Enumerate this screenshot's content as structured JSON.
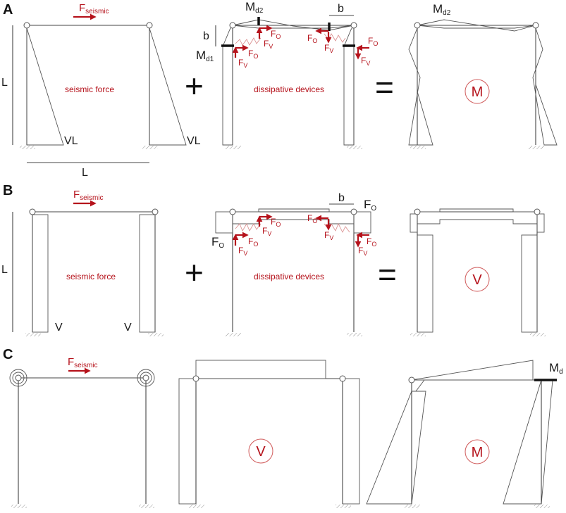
{
  "panels": {
    "A": {
      "label": "A",
      "force": "F",
      "force_sub": "seismic",
      "dim_L_vertical": "L",
      "dim_L_horizontal": "L",
      "dim_b": "b",
      "dim_b2": "b",
      "M_d2": "M",
      "M_d2_sub": "d2",
      "M_d1": "M",
      "M_d1_sub": "d1",
      "M_d2_result": "M",
      "M_d2_result_sub": "d2",
      "VL_left": "VL",
      "VL_right": "VL",
      "caption_seismic": "seismic force",
      "caption_dissipative": "dissipative devices",
      "plus": "+",
      "equals": "=",
      "result_symbol": "M",
      "F_O": "F",
      "F_O_sub": "O",
      "F_V": "F",
      "F_V_sub": "V"
    },
    "B": {
      "label": "B",
      "force": "F",
      "force_sub": "seismic",
      "dim_L_vertical": "L",
      "dim_b": "b",
      "F_O_top": "F",
      "F_O_top_sub": "O",
      "F_O_left": "F",
      "F_O_left_sub": "O",
      "V_left": "V",
      "V_right": "V",
      "caption_seismic": "seismic force",
      "caption_dissipative": "dissipative devices",
      "plus": "+",
      "equals": "=",
      "result_symbol": "V",
      "F_O": "F",
      "F_O_sub": "O",
      "F_V": "F",
      "F_V_sub": "V"
    },
    "C": {
      "label": "C",
      "force": "F",
      "force_sub": "seismic",
      "M_d": "M",
      "M_d_sub": "d",
      "shear_symbol": "V",
      "moment_symbol": "M"
    }
  },
  "colors": {
    "accent_red": "#b5121b",
    "frame_gray": "#444444",
    "hatch_gray": "#666666"
  }
}
